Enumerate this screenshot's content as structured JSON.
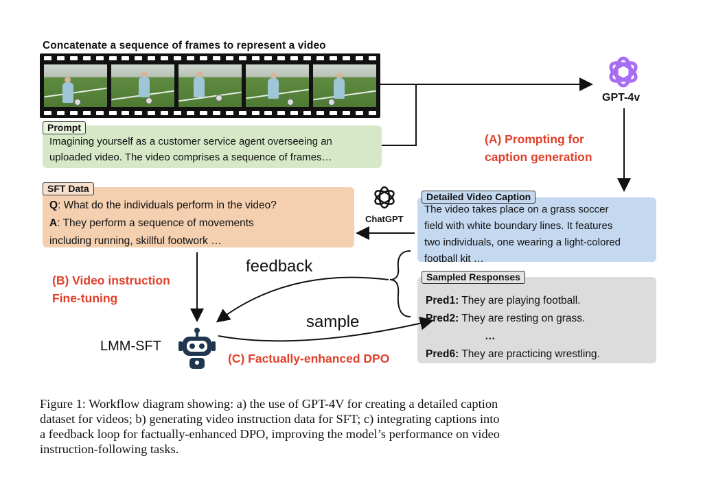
{
  "film_title": "Concatenate a sequence of frames to represent a video",
  "prompt": {
    "tag": "Prompt",
    "lines": [
      "Imagining yourself as a customer service agent overseeing an",
      "uploaded video. The video comprises a sequence of frames…"
    ]
  },
  "gpt4v": {
    "label": "GPT-4v",
    "icon": "openai-logo-icon",
    "color": "#a86df5"
  },
  "step_a": [
    "(A) Prompting for",
    "caption generation"
  ],
  "caption_box": {
    "tag": "Detailed Video Caption",
    "lines": [
      "The video takes place on a grass soccer",
      "field with white boundary lines. It features",
      "two individuals, one wearing a light-colored",
      "football kit …"
    ]
  },
  "chatgpt": {
    "label": "ChatGPT",
    "icon": "openai-logo-icon"
  },
  "sft": {
    "tag": "SFT Data",
    "q_label": "Q",
    "q_text": ": What do the individuals perform in the video?",
    "a_label": "A",
    "a_line1": ": They perform a sequence of movements",
    "a_line2": "including running, skillful footwork …"
  },
  "step_b": [
    "(B) Video instruction",
    "Fine-tuning"
  ],
  "feedback_label": "feedback",
  "sample_label": "sample",
  "model_label": "LMM-SFT",
  "step_c": "(C) Factually-enhanced DPO",
  "sampled": {
    "tag": "Sampled Responses",
    "items": [
      {
        "label": "Pred1:",
        "text": " They are playing football."
      },
      {
        "label": "Pred2:",
        "text": " They are resting on grass."
      },
      {
        "label": "…",
        "text": ""
      },
      {
        "label": "Pred6:",
        "text": " They are practicing wrestling."
      }
    ]
  },
  "caption_lines": [
    "Figure 1: Workflow diagram showing: a) the use of GPT-4V for creating a detailed caption",
    "dataset for videos; b) generating video instruction data for SFT; c) integrating captions into",
    "a feedback loop for factually-enhanced DPO, improving the model’s performance on video",
    "instruction-following tasks."
  ],
  "colors": {
    "prompt_bg": "#d7e8c9",
    "sft_bg": "#f4cfb0",
    "caption_bg": "#c4d8ef",
    "samples_bg": "#dcdcdc",
    "step_red": "#e0402a",
    "robot": "#1f3550"
  }
}
